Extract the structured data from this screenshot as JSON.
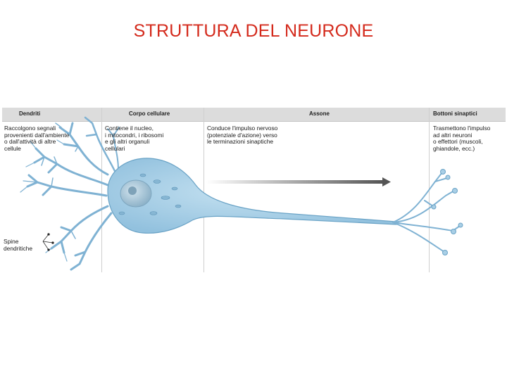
{
  "slide_title": "STRUTTURA DEL NEURONE",
  "columns": {
    "dendrites": {
      "heading": "Dendriti",
      "description": [
        "Raccolgono segnali",
        "provenienti dall'ambiente",
        "o dall'attività di altre",
        "cellule"
      ]
    },
    "cell_body": {
      "heading": "Corpo cellulare",
      "description": [
        "Contiene il nucleo,",
        "i mitocondri, i ribosomi",
        "e gli altri organuli",
        "cellulari"
      ]
    },
    "axon": {
      "heading": "Assone",
      "description": [
        "Conduce l'impulso nervoso",
        "(potenziale d'azione) verso",
        "le terminazioni sinaptiche"
      ]
    },
    "synaptic_buttons": {
      "heading": "Bottoni sinaptici",
      "description": [
        "Trasmettono l'impulso",
        "ad altri neuroni",
        "o effettori (muscoli,",
        "ghiandole, ecc.)"
      ]
    }
  },
  "spine_label": [
    "Spine",
    "dendritiche"
  ],
  "colors": {
    "title": "#d42a1c",
    "neuron_fill": "#a9cfe6",
    "neuron_stroke": "#6aa3c6",
    "header_band": "#dcdcdc",
    "arrow": "#555555"
  }
}
